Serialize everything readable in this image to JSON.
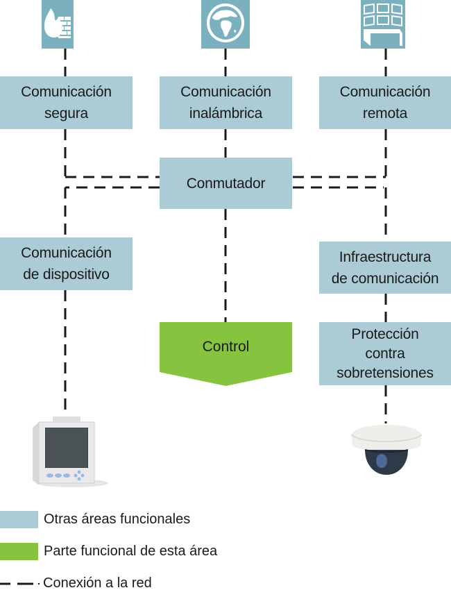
{
  "diagram": {
    "colors": {
      "other_area": "#abcbd5",
      "this_area": "#86c440",
      "icon_tile": "#7bb1bf",
      "connection_line": "#1a1a1a"
    },
    "icons": [
      {
        "name": "firewall-icon",
        "meaning": "Comunicación segura"
      },
      {
        "name": "globe-icon",
        "meaning": "Comunicación inalámbrica"
      },
      {
        "name": "monitor-wall-icon",
        "meaning": "Comunicación remota"
      }
    ],
    "boxes": {
      "secure": {
        "line1": "Comunicación",
        "line2": "segura"
      },
      "wireless": {
        "line1": "Comunicación",
        "line2": "inalámbrica"
      },
      "remote": {
        "line1": "Comunicación",
        "line2": "remota"
      },
      "switch": {
        "line1": "Conmutador"
      },
      "device": {
        "line1": "Comunicación",
        "line2": "de dispositivo"
      },
      "infrastructure": {
        "line1": "Infraestructura",
        "line2": "de comunicación"
      },
      "surge": {
        "line1": "Protección",
        "line2": "contra",
        "line3": "sobretensiones"
      },
      "control": {
        "label": "Control"
      }
    },
    "devices": [
      {
        "name": "power-meter-device",
        "description": "panel meter with display and keypad"
      },
      {
        "name": "dome-camera-device",
        "description": "dome security camera"
      }
    ]
  },
  "legend": {
    "items": [
      {
        "type": "swatch-blue",
        "label": "Otras áreas funcionales"
      },
      {
        "type": "swatch-green",
        "label": "Parte funcional de esta área"
      },
      {
        "type": "dashed-line",
        "label": "Conexión a la red"
      }
    ]
  }
}
